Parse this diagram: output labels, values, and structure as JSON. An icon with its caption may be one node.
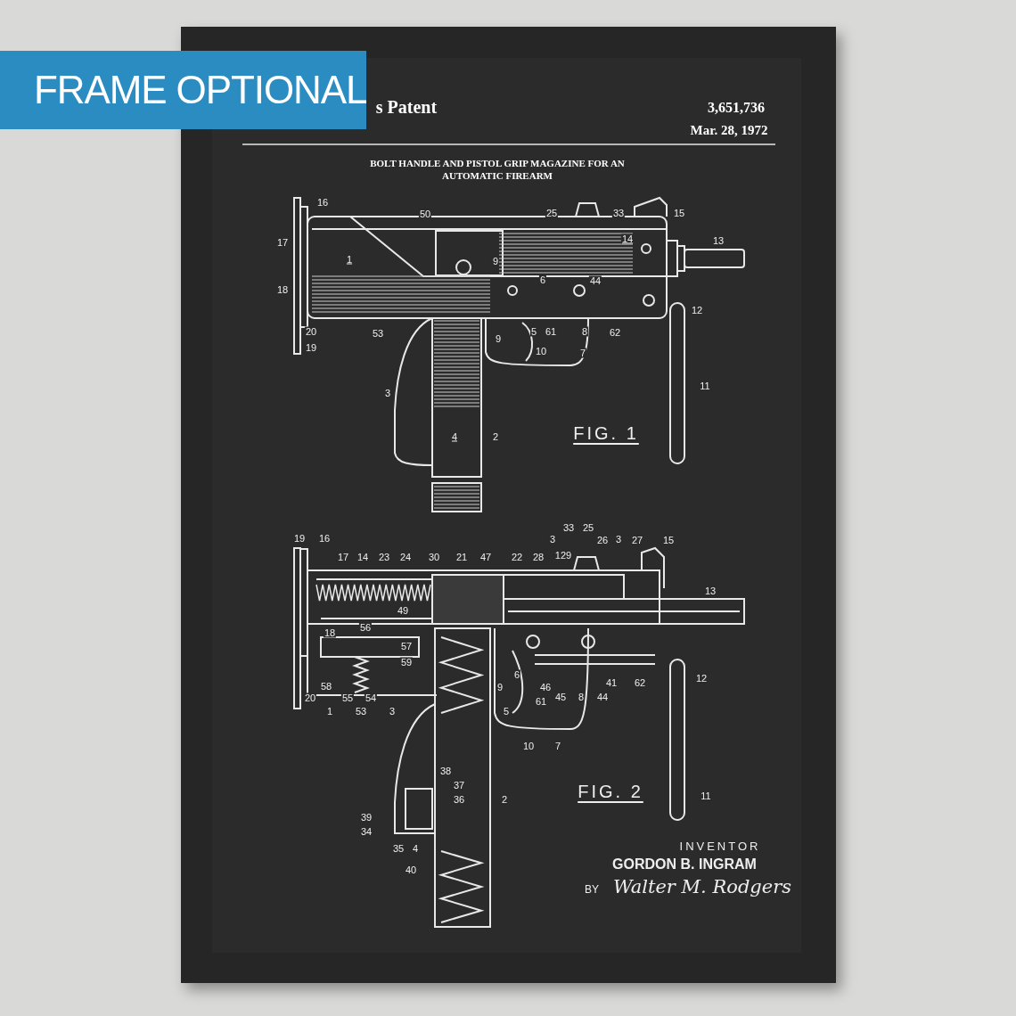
{
  "diagram": {
    "title": "BOLT HANDLE AND PISTOL GRIP MAGAZINE FOR AN AUTOMATIC FIREARM",
    "labels": [
      "FRAME OPTIONAL",
      "s Patent",
      "3,651,736",
      "Mar. 28, 1972",
      "16",
      "50",
      "25",
      "33",
      "15",
      "17",
      "1",
      "14",
      "13",
      "9",
      "6",
      "44",
      "18",
      "12",
      "20",
      "53",
      "9",
      "5",
      "61",
      "8",
      "62",
      "19",
      "10",
      "7",
      "3",
      "11",
      "4",
      "2",
      "FIG. 1",
      "19",
      "16",
      "33",
      "25",
      "3",
      "26",
      "3",
      "27",
      "15",
      "17",
      "14",
      "23",
      "24",
      "30",
      "21",
      "47",
      "22",
      "28",
      "129",
      "13",
      "49",
      "18",
      "56",
      "57",
      "59",
      "6",
      "9",
      "46",
      "41",
      "62",
      "12",
      "58",
      "20",
      "55",
      "54",
      "61",
      "45",
      "8",
      "44",
      "1",
      "53",
      "3",
      "5",
      "10",
      "7",
      "38",
      "37",
      "36",
      "2",
      "FIG. 2",
      "11",
      "39",
      "34",
      "35",
      "4",
      "40",
      "INVENTOR",
      "GORDON B. INGRAM",
      "BY",
      "Walter M. Rodgers"
    ]
  }
}
